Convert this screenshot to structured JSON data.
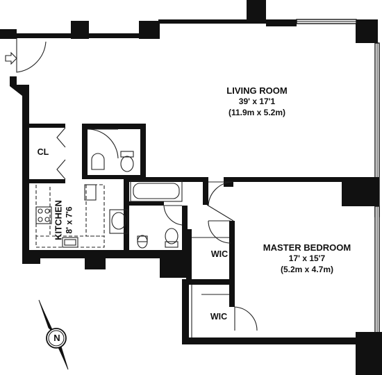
{
  "rooms": {
    "living_room": {
      "name": "LIVING ROOM",
      "dim_ft": "39' x 17'1",
      "dim_m": "(11.9m x 5.2m)"
    },
    "master_bedroom": {
      "name": "MASTER BEDROOM",
      "dim_ft": "17' x 15'7",
      "dim_m": "(5.2m x 4.7m)"
    },
    "kitchen": {
      "name": "KITCHEN",
      "dim_ft": "8' x 7'6"
    },
    "closet": {
      "name": "CL"
    },
    "wic_upper": {
      "name": "WIC"
    },
    "wic_lower": {
      "name": "WIC"
    }
  },
  "compass": {
    "letter": "N"
  },
  "icons": {
    "entry": "entry-arrow-icon",
    "compass": "north-compass-icon",
    "toilet": "toilet-icon",
    "sink": "sink-icon",
    "bathtub": "bathtub-icon",
    "stove": "stove-icon"
  },
  "colors": {
    "wall": "#111111",
    "floor": "#ffffff",
    "fixture_line": "#222222"
  }
}
